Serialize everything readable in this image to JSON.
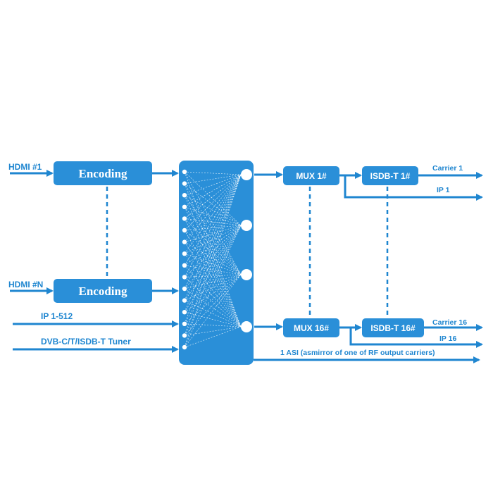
{
  "inputs": {
    "hdmi_1": "HDMI #1",
    "hdmi_n": "HDMI #N",
    "ip": "IP 1-512",
    "tuner": "DVB-C/T/ISDB-T Tuner"
  },
  "encoders": {
    "top": "Encoding",
    "bottom": "Encoding"
  },
  "mux": {
    "top": "MUX 1#",
    "bottom": "MUX 16#"
  },
  "modulators": {
    "top": "ISDB-T 1#",
    "bottom": "ISDB-T 16#"
  },
  "outputs": {
    "carrier_top": "Carrier 1",
    "ip_top": "IP 1",
    "carrier_bottom": "Carrier 16",
    "ip_bottom": "IP 16",
    "asi": "1 ASI (asmirror of one of RF output carriers)"
  },
  "colors": {
    "primary": "#1f86d0",
    "box_fill": "#2a8fd8",
    "background": "#ffffff"
  }
}
